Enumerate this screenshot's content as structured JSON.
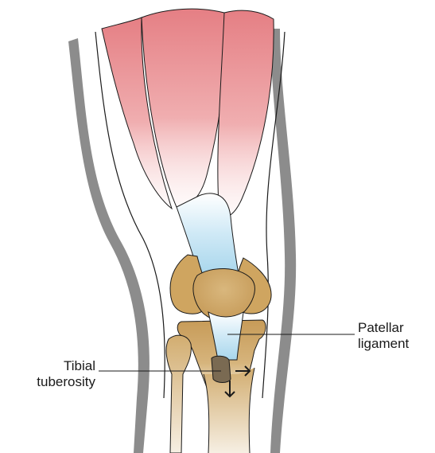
{
  "labels": {
    "patellar_ligament": {
      "line1": "Patellar",
      "line2": "ligament"
    },
    "tibial_tuberosity": {
      "line1": "Tibial",
      "line2": "tuberosity"
    }
  },
  "colors": {
    "skin_outline": "#8c8c8c",
    "muscle": "#e8868a",
    "bone": "#c9a266",
    "ligament": "#b5dcef",
    "line": "#1a1a1a"
  }
}
